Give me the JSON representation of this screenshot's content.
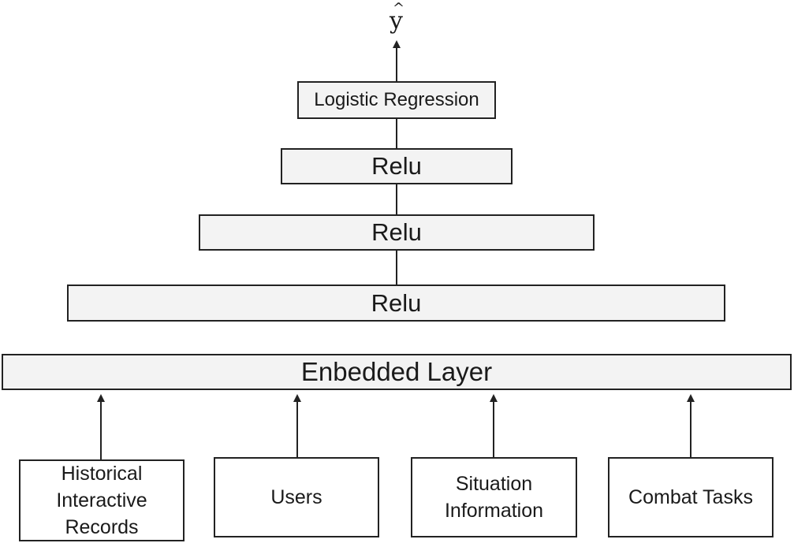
{
  "diagram": {
    "output": {
      "symbol": "y",
      "accent": "^"
    },
    "layers": {
      "logistic": "Logistic Regression",
      "relu_top": "Relu",
      "relu_middle": "Relu",
      "relu_bottom": "Relu",
      "embedded": "Enbedded Layer"
    },
    "inputs": {
      "historical": [
        "Historical",
        "Interactive",
        "Records"
      ],
      "users": "Users",
      "situation": [
        "Situation",
        "Information"
      ],
      "combat": "Combat Tasks"
    },
    "colors": {
      "layer_fill": "#f3f3f3",
      "input_fill": "#ffffff",
      "stroke": "#222222"
    }
  }
}
